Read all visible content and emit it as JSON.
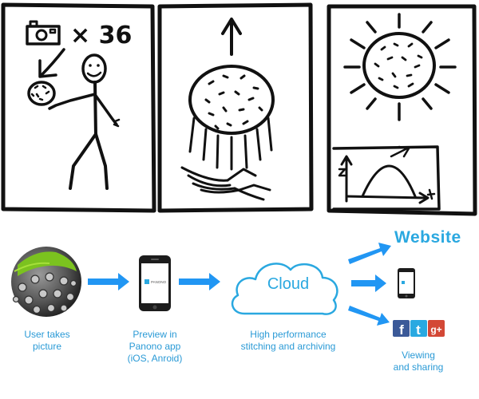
{
  "sketch": {
    "panel1_count_text": "× 36"
  },
  "flow": {
    "steps": [
      {
        "lines": [
          "User takes",
          "picture"
        ]
      },
      {
        "lines": [
          "Preview in",
          "Panono app",
          "(iOS, Anroid)"
        ]
      },
      {
        "lines": [
          "High performance",
          "stitching and archiving"
        ]
      },
      {
        "lines": [
          "Viewing",
          "and sharing"
        ]
      }
    ],
    "cloud_label": "Cloud",
    "website_label": "Website",
    "phone_brand": "PANONO",
    "social_icons": [
      "facebook-f",
      "twitter-t",
      "google-plus"
    ]
  },
  "colors": {
    "accent": "#2aa8e0",
    "arrow": "#2196f3",
    "sketch_ink": "#111111"
  }
}
